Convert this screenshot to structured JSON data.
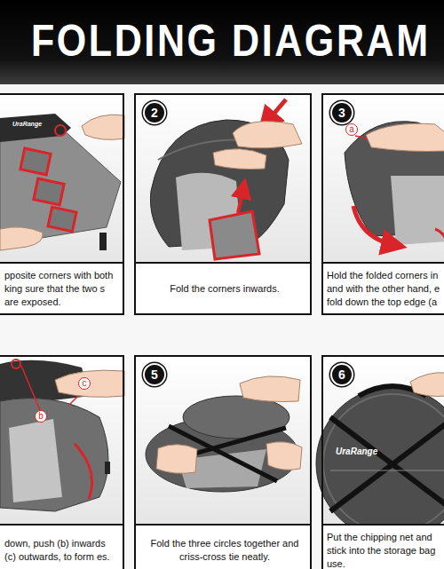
{
  "diagram": {
    "title": "FOLDING DIAGRAM",
    "nodes": [
      {
        "text": [
          "pposite corners with both king sure that the two s are exposed."
        ]
      },
      {
        "text": [
          "Fold the corners inwards."
        ]
      },
      {
        "text": [
          "2"
        ],
        "in": 1
      },
      {
        "text": [
          "Hold the folded corners in and with the other hand, e fold down the top edge (a"
        ]
      },
      {
        "text": [
          "3"
        ],
        "in": 3
      },
      {
        "text": [
          "down, push (b) inwards (c) outwards, to form es."
        ]
      },
      {
        "text": [
          "Fold the three circles together and criss-cross tie neatly."
        ]
      },
      {
        "text": [
          "5"
        ],
        "in": 6
      },
      {
        "text": [
          "Put the chipping net and stick into the storage bag use."
        ]
      },
      {
        "text": [
          "6"
        ],
        "in": 8
      }
    ],
    "labels": [
      "UraRange",
      "a",
      "c",
      "b",
      "UraRange"
    ]
  }
}
